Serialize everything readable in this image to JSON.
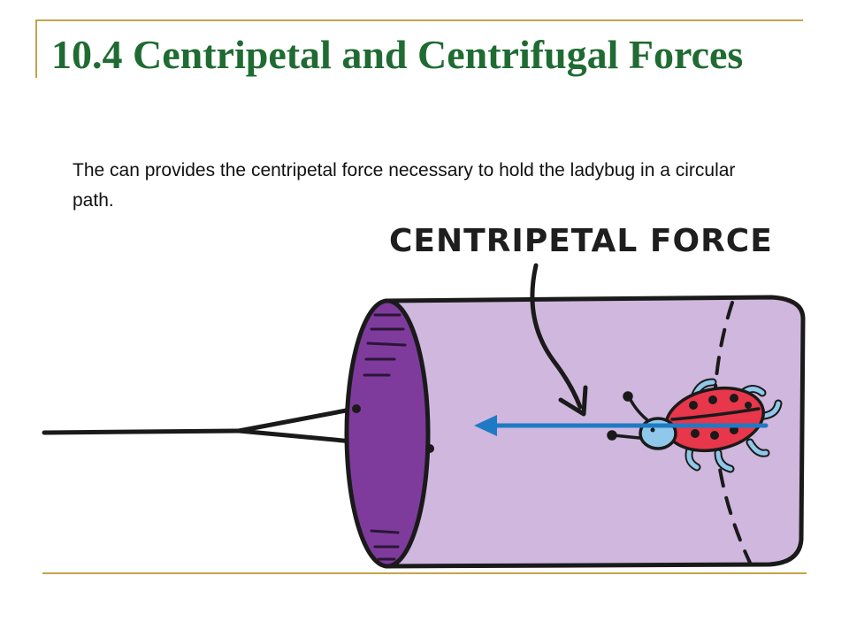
{
  "slide": {
    "title": "10.4 Centripetal and Centrifugal Forces",
    "body": "The can provides the centripetal force necessary to hold the ladybug in a circular path."
  },
  "diagram": {
    "label": "CENTRIPETAL FORCE",
    "colors": {
      "title": "#1f6b32",
      "rule": "#c4a44a",
      "can_body": "#cfb7de",
      "can_end": "#7e3b9c",
      "arrow": "#1f7ac4",
      "ladybug_shell": "#e8364a",
      "ladybug_head": "#8fc8ea",
      "outline": "#1a1a1a"
    }
  }
}
